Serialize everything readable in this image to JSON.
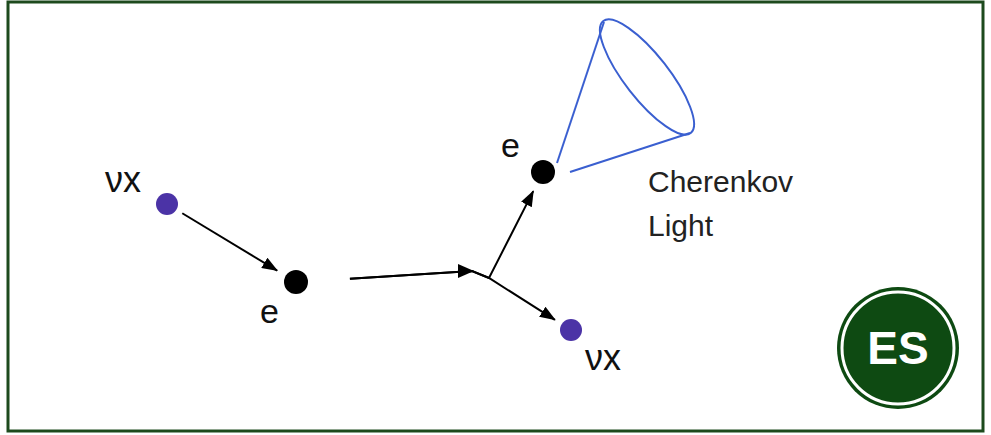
{
  "diagram": {
    "nodes": [
      {
        "text": [
          "νx"
        ]
      },
      {
        "text": [
          "e"
        ]
      },
      {
        "text": [
          "e"
        ]
      },
      {
        "text": [
          "νx"
        ]
      },
      {
        "text": [
          "ES"
        ]
      }
    ],
    "edges": [
      {
        "from": 0,
        "to": 1,
        "arrow": "to"
      },
      {
        "from": 1,
        "to": 2,
        "arrow": "to"
      },
      {
        "from": 1,
        "to": 3,
        "arrow": "to"
      }
    ],
    "labels": [
      "Cherenkov Light"
    ]
  }
}
